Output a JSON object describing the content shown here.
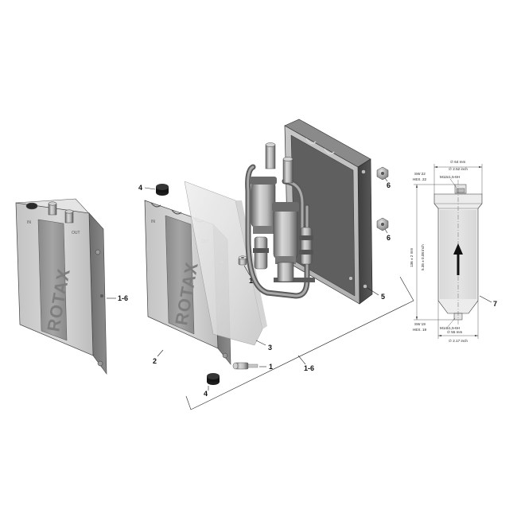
{
  "callouts": {
    "left_panel": "1-6",
    "cap_top": "4",
    "cap_bottom": "4",
    "cover": "2",
    "gasket": "3",
    "screw_upper": "1",
    "screw_lower": "1",
    "assembly_bracket": "1-6",
    "frame": "5",
    "nut_upper": "6",
    "nut_lower": "6",
    "filter": "7"
  },
  "logo_text": "ROTAX",
  "port_marks": {
    "left": "IN",
    "right": "OUT"
  },
  "dimensions": {
    "top_dia_mm": "∅ 64 mm",
    "top_dia_in": "∅ 2.52 inch",
    "top_thread": "M12x1,5-6H",
    "top_sw": "SW 22",
    "top_hex": "HEX. 22",
    "height_mm": "136 ± 2 mm",
    "height_in": "5.35 ± 0.08 inch",
    "bottom_sw": "SW 19",
    "bottom_hex": "HEX. 19",
    "bottom_thread": "M14x1,5-6H",
    "bottom_dia_mm": "∅ 55 mm",
    "bottom_dia_in": "∅ 2.17 inch"
  },
  "colors": {
    "metal_light": "#d4d4d4",
    "metal_mid": "#b4b4b4",
    "metal_dark": "#7a7a7a",
    "metal_darker": "#575757",
    "rubber": "#1c1c1c",
    "gasket": "#e6e6e6",
    "frame_dark": "#4a4a4a"
  }
}
